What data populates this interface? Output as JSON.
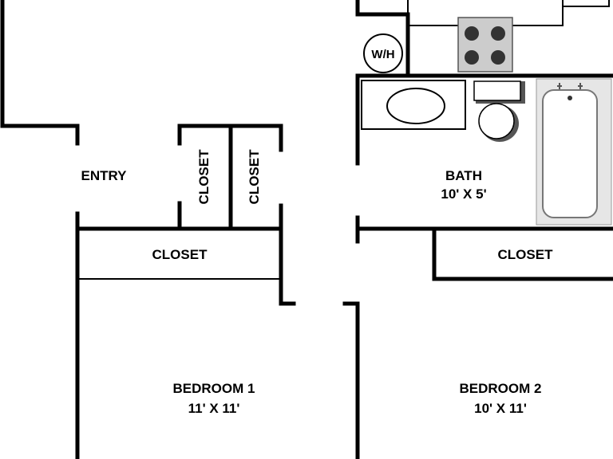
{
  "labels": {
    "entry": "ENTRY",
    "closet_v1": "CLOSET",
    "closet_v2": "CLOSET",
    "closet_left": "CLOSET",
    "closet_right": "CLOSET",
    "bath_name": "BATH",
    "bath_size": "10' X 5'",
    "bed1_name": "BEDROOM 1",
    "bed1_size": "11' X 11'",
    "bed2_name": "BEDROOM 2",
    "bed2_size": "10' X 11'",
    "water_heater": "W/H"
  },
  "colors": {
    "wall": "#000000",
    "fixture": "#cccccc",
    "tub": "#e6e6e6",
    "burner": "#333333"
  }
}
